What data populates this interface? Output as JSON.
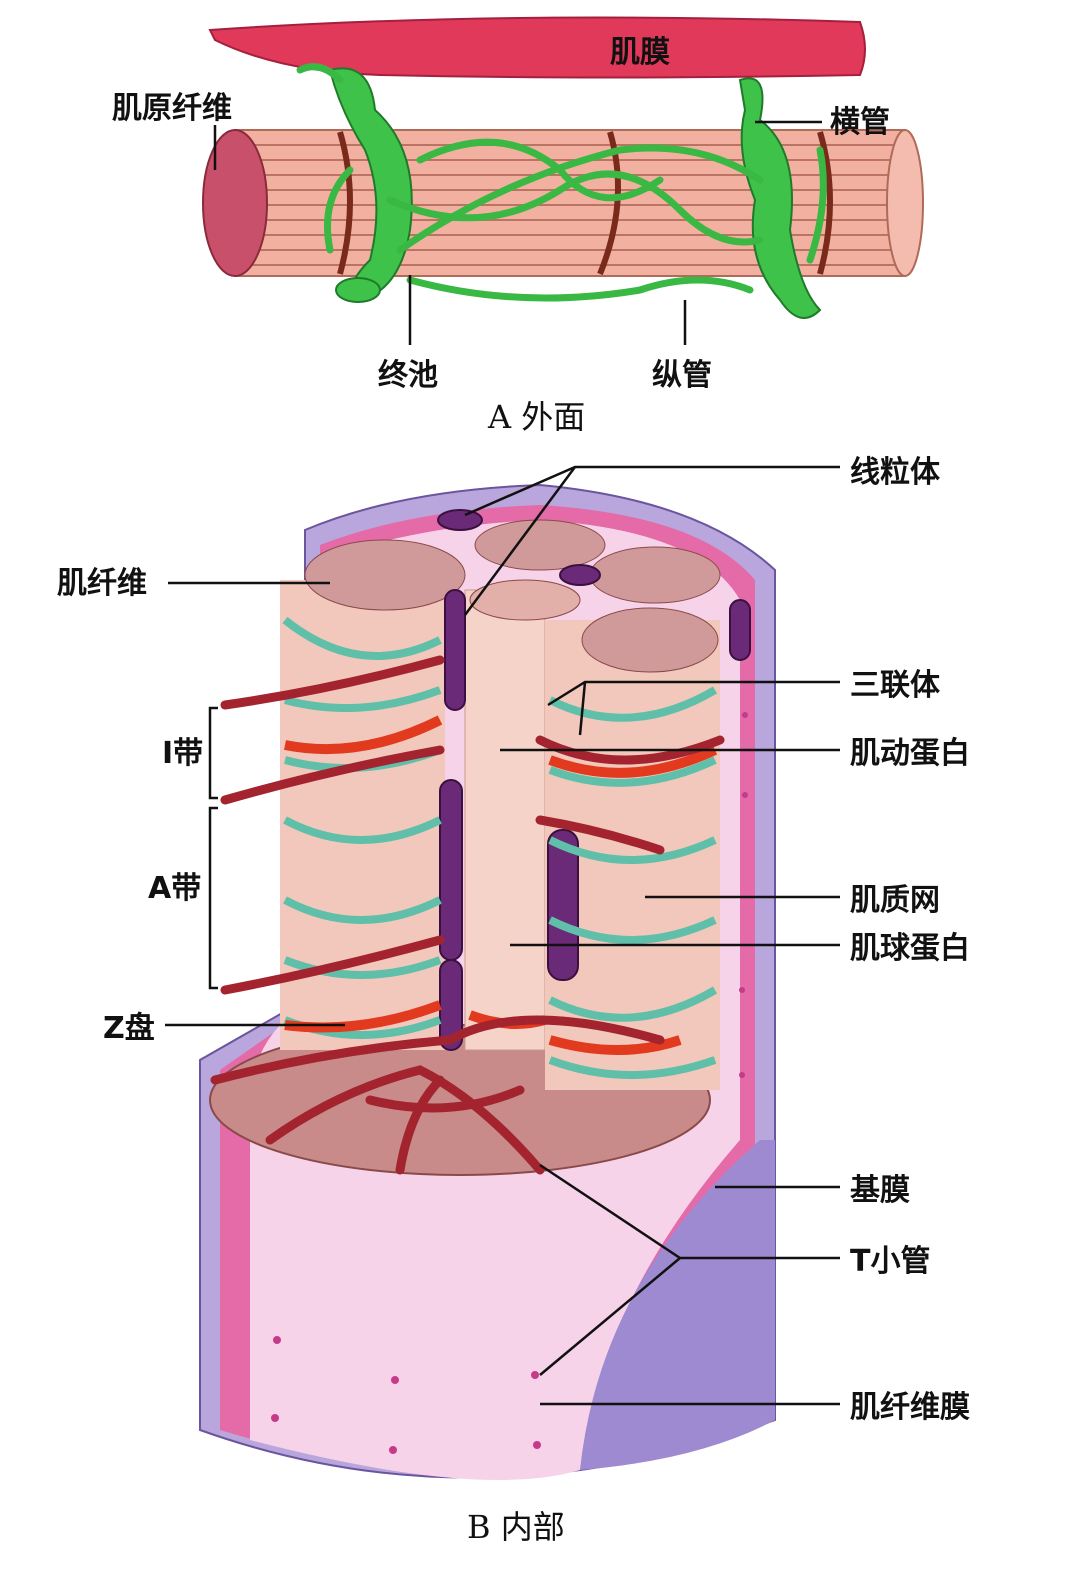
{
  "panel_a": {
    "caption": "A 外面",
    "labels": {
      "sarcolemma": "肌膜",
      "myofibril": "肌原纤维",
      "t_tubule": "横管",
      "terminal_cisterna": "终池",
      "longitudinal_tubule": "纵管"
    }
  },
  "panel_b": {
    "caption": "B 内部",
    "labels": {
      "mitochondria": "线粒体",
      "muscle_fiber": "肌纤维",
      "triad": "三联体",
      "actin": "肌动蛋白",
      "i_band": "I带",
      "a_band": "A带",
      "sarcoplasmic_reticulum": "肌质网",
      "myosin": "肌球蛋白",
      "z_disc": "Z盘",
      "basement_membrane": "基膜",
      "t_tubule": "T小管",
      "sarcolemma": "肌纤维膜"
    }
  },
  "colors": {
    "sarcolemma_red": "#e0395a",
    "tubule_green": "#3fc24a",
    "myofibril_pink": "#f2b0a0",
    "sr_teal": "#6cc9b0",
    "t_tubule_red": "#a3242e",
    "membrane_pink": "#f7d3ea",
    "basement_purple": "#b9a6dc"
  }
}
